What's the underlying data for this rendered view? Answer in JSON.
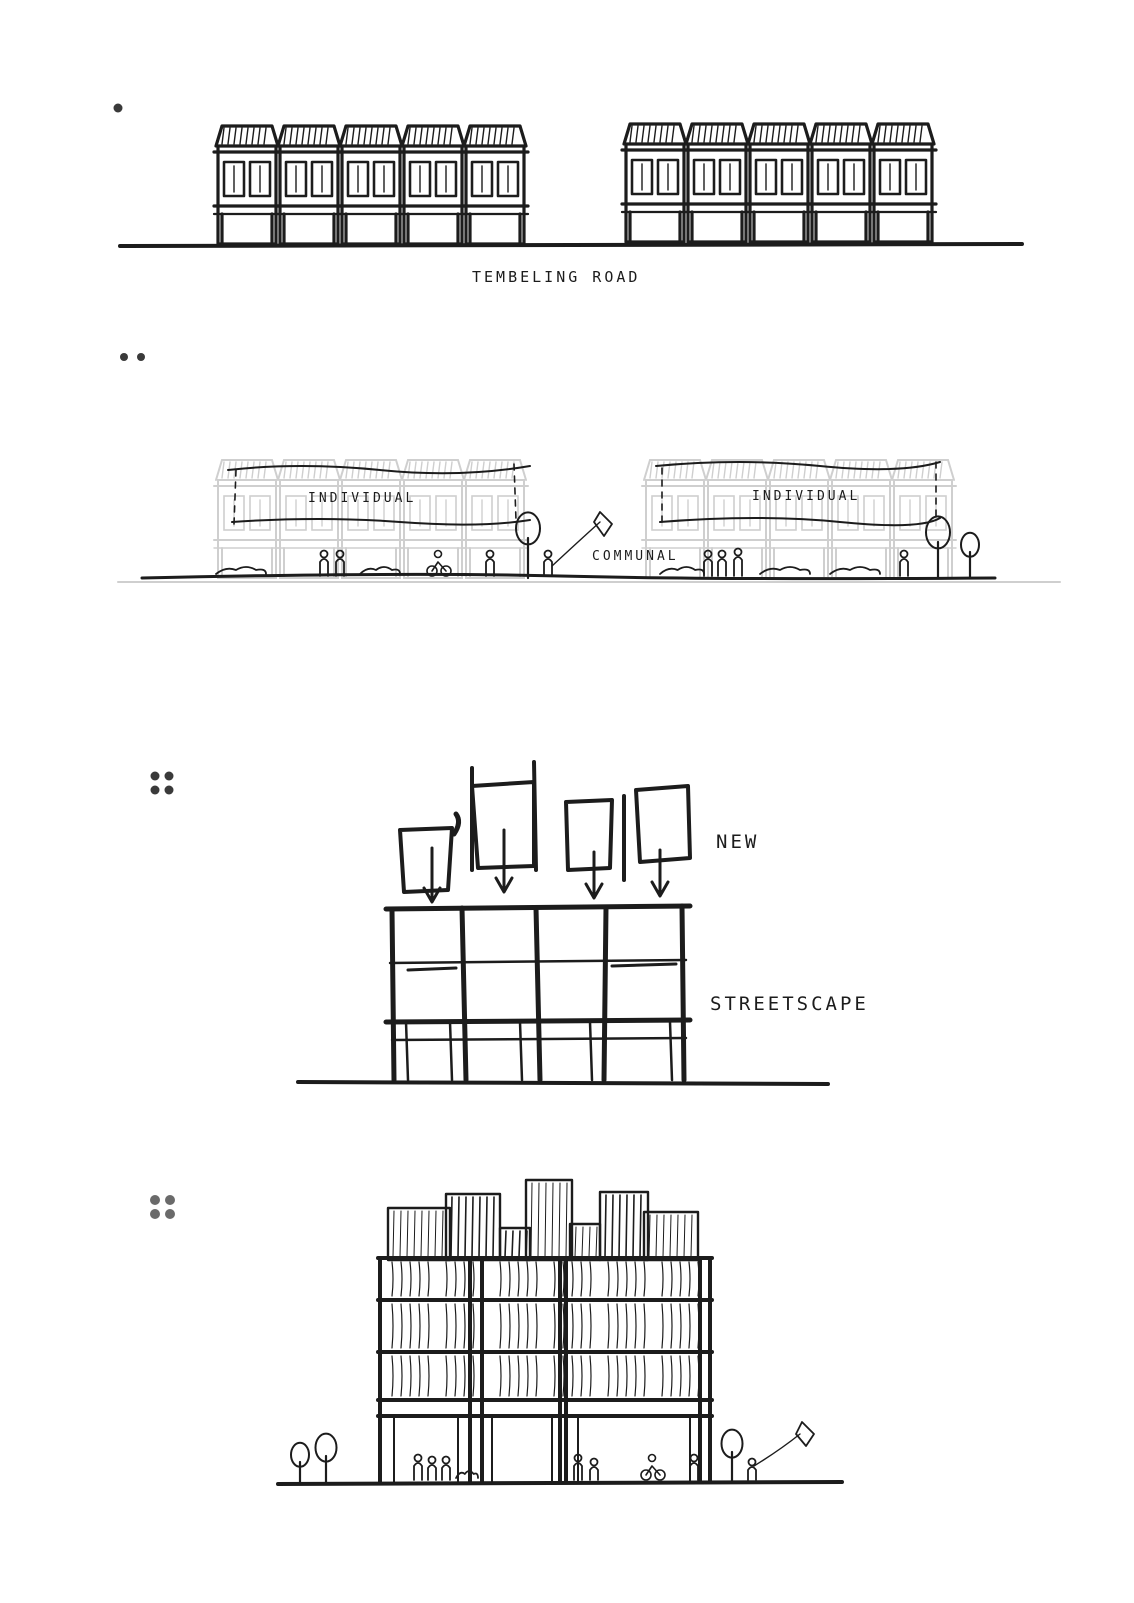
{
  "panels": [
    {
      "marker": "•",
      "labels": [
        "TEMBELING ROAD"
      ]
    },
    {
      "marker": "••",
      "labels": [
        "INDIVIDUAL",
        "INDIVIDUAL",
        "COMMUNAL"
      ]
    },
    {
      "marker": "••••",
      "labels": [
        "NEW",
        "STREETSCAPE"
      ]
    },
    {
      "marker": "••••",
      "labels": []
    }
  ],
  "colors": {
    "ink": "#1c1c1c",
    "ghost": "#cfcfcf",
    "paper": "#ffffff"
  }
}
